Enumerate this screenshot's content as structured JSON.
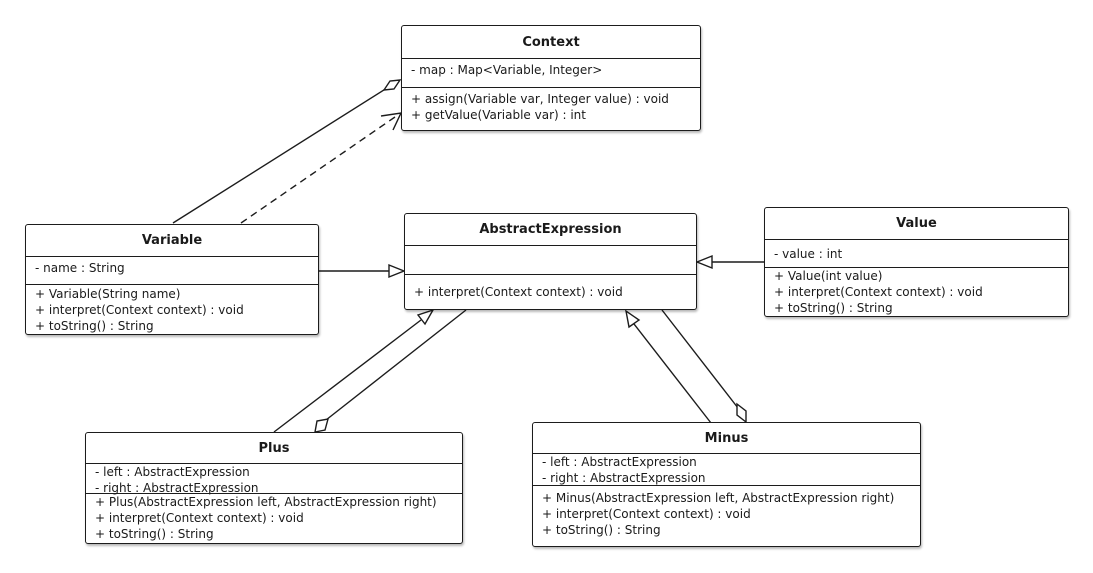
{
  "classes": {
    "context": {
      "name": "Context",
      "attributes": [
        "- map : Map<Variable, Integer>"
      ],
      "methods": [
        "+ assign(Variable var, Integer value) : void",
        "+ getValue(Variable var) : int"
      ]
    },
    "variable": {
      "name": "Variable",
      "attributes": [
        "- name : String"
      ],
      "methods": [
        "+ Variable(String name)",
        "+ interpret(Context context) : void",
        "+ toString() : String"
      ]
    },
    "abstract_expression": {
      "name": "AbstractExpression",
      "attributes": [],
      "methods": [
        "+ interpret(Context context) : void"
      ]
    },
    "value": {
      "name": "Value",
      "attributes": [
        "- value : int"
      ],
      "methods": [
        "+ Value(int value)",
        "+ interpret(Context context) : void",
        "+ toString() : String"
      ]
    },
    "plus": {
      "name": "Plus",
      "attributes": [
        "- left : AbstractExpression",
        "- right : AbstractExpression"
      ],
      "methods": [
        "+ Plus(AbstractExpression left, AbstractExpression right)",
        "+ interpret(Context context) : void",
        "+ toString() : String"
      ]
    },
    "minus": {
      "name": "Minus",
      "attributes": [
        "- left : AbstractExpression",
        "- right : AbstractExpression"
      ],
      "methods": [
        "+ Minus(AbstractExpression left, AbstractExpression right)",
        "+ interpret(Context context) : void",
        "+ toString() : String"
      ]
    }
  },
  "relationships": [
    {
      "from": "variable",
      "to": "context",
      "kind": "aggregation"
    },
    {
      "from": "variable",
      "to": "context",
      "kind": "dependency"
    },
    {
      "from": "variable",
      "to": "abstract_expression",
      "kind": "generalization"
    },
    {
      "from": "value",
      "to": "abstract_expression",
      "kind": "generalization"
    },
    {
      "from": "plus",
      "to": "abstract_expression",
      "kind": "generalization"
    },
    {
      "from": "plus",
      "to": "abstract_expression",
      "kind": "aggregation"
    },
    {
      "from": "minus",
      "to": "abstract_expression",
      "kind": "generalization"
    },
    {
      "from": "minus",
      "to": "abstract_expression",
      "kind": "aggregation"
    }
  ],
  "colors": {
    "stroke": "#1c1c1c",
    "background": "#ffffff"
  }
}
